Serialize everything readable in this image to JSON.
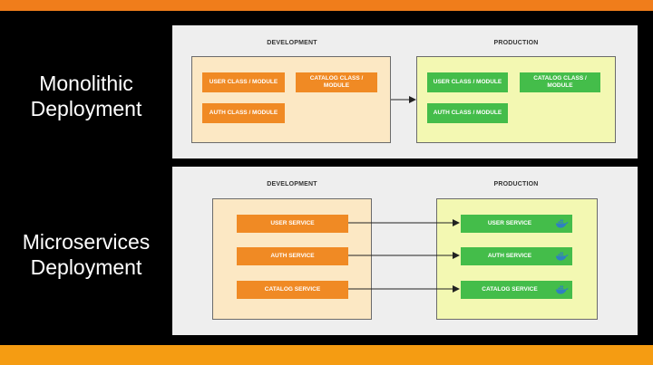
{
  "titles": {
    "monolithic": [
      "Monolithic",
      "Deployment"
    ],
    "microservices": [
      "Microservices",
      "Deployment"
    ]
  },
  "monolithic": {
    "development": {
      "label": "DEVELOPMENT",
      "modules": [
        "USER CLASS / MODULE",
        "CATALOG CLASS / MODULE",
        "AUTH CLASS / MODULE"
      ]
    },
    "production": {
      "label": "PRODUCTION",
      "modules": [
        "USER CLASS / MODULE",
        "CATALOG CLASS / MODULE",
        "AUTH CLASS / MODULE"
      ]
    }
  },
  "microservices": {
    "development": {
      "label": "DEVELOPMENT",
      "services": [
        "USER SERVICE",
        "AUTH SERVICE",
        "CATALOG SERVICE"
      ]
    },
    "production": {
      "label": "PRODUCTION",
      "services": [
        "USER SERVICE",
        "AUTH SERVICE",
        "CATALOG SERVICE"
      ]
    }
  },
  "icons": {
    "container": "docker-whale-icon"
  },
  "colors": {
    "band_top": "#f07d1b",
    "band_bottom": "#f59c12",
    "dev_module": "#f08a24",
    "prod_module": "#44bd4a",
    "dev_env": "#fce8c4",
    "prod_env": "#f3f8b2",
    "whale": "#2f7fc1"
  }
}
